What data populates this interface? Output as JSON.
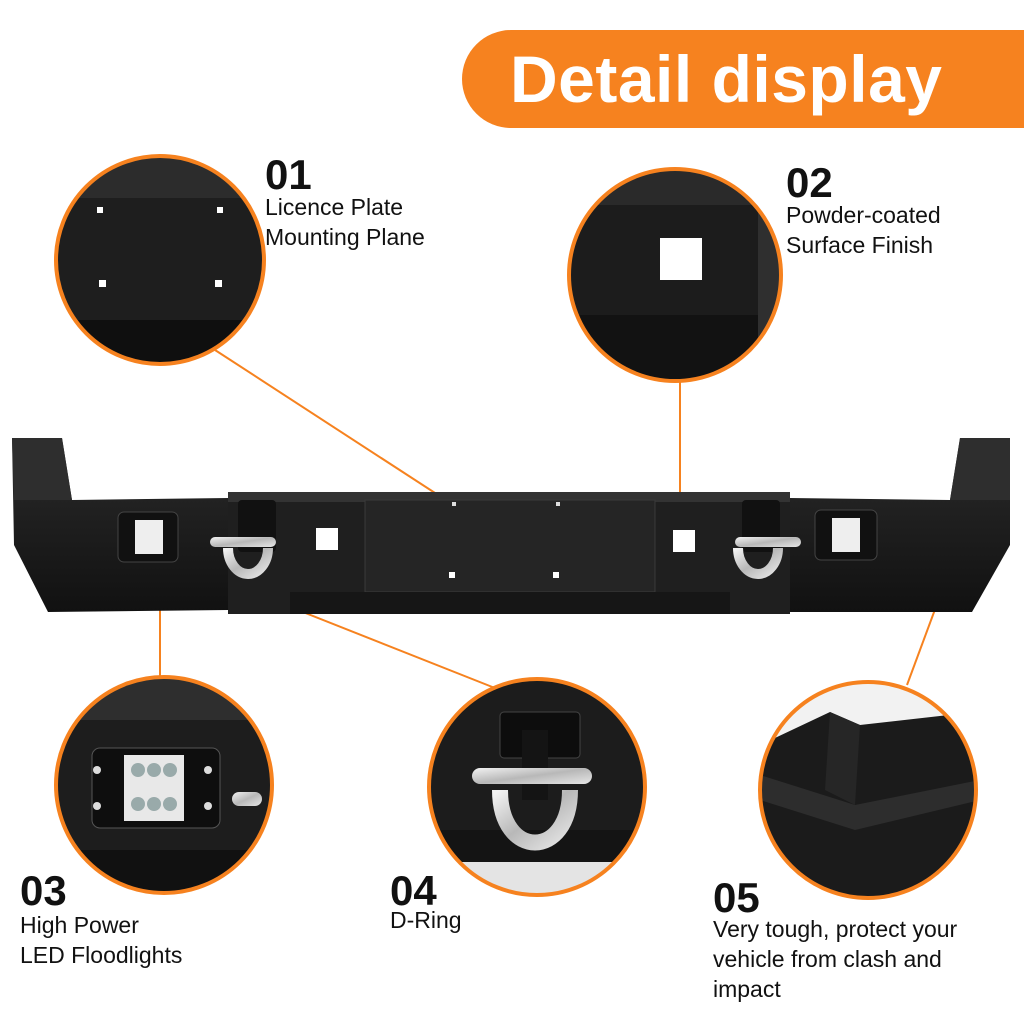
{
  "banner": {
    "title": "Detail display"
  },
  "colors": {
    "accent": "#f6821f",
    "metal": "#1c1c1c",
    "chrome": "#d4d4d4"
  },
  "features": [
    {
      "number": "01",
      "lines": [
        "Licence Plate",
        "Mounting Plane"
      ]
    },
    {
      "number": "02",
      "lines": [
        "Powder-coated",
        "Surface Finish"
      ]
    },
    {
      "number": "03",
      "lines": [
        "High Power",
        "LED Floodlights"
      ]
    },
    {
      "number": "04",
      "lines": [
        "D-Ring"
      ]
    },
    {
      "number": "05",
      "lines": [
        "Very tough, protect your",
        "vehicle from clash and",
        "impact"
      ]
    }
  ]
}
